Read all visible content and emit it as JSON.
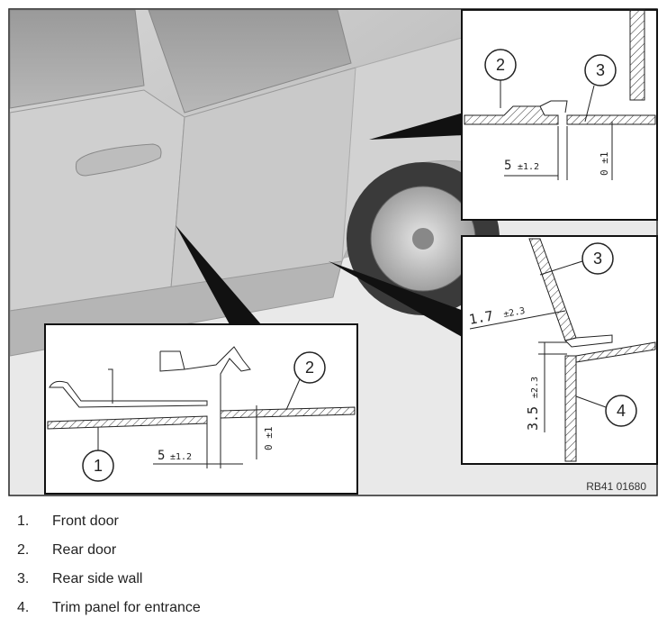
{
  "figure": {
    "code": "RB41 01680",
    "callouts": {
      "bottom_1": "1",
      "bottom_2": "2",
      "top_2": "2",
      "top_3": "3",
      "right_3": "3",
      "right_4": "4"
    },
    "dimensions": {
      "top_gap": "5",
      "top_gap_tol": "±1.2",
      "top_flush": "0 ±1",
      "bottom_gap": "5",
      "bottom_gap_tol": "±1.2",
      "bottom_flush": "0 ±1",
      "right_gap": "1.7",
      "right_gap_tol": "±2.3",
      "right_flush": "3.5",
      "right_flush_tol": "±2.3"
    }
  },
  "legend": [
    {
      "num": "1.",
      "text": "Front door"
    },
    {
      "num": "2.",
      "text": "Rear door"
    },
    {
      "num": "3.",
      "text": "Rear side wall"
    },
    {
      "num": "4.",
      "text": "Trim panel for entrance"
    }
  ]
}
